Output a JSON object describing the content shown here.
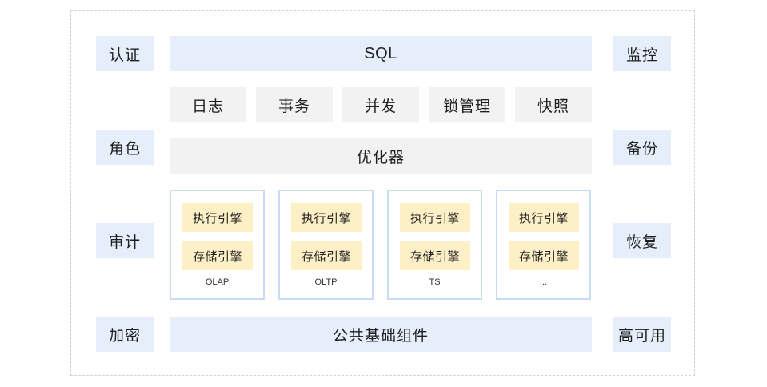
{
  "left_column": [
    "认证",
    "角色",
    "审计",
    "加密"
  ],
  "right_column": [
    "监控",
    "备份",
    "恢复",
    "高可用"
  ],
  "sql_layer": "SQL",
  "services": [
    "日志",
    "事务",
    "并发",
    "锁管理",
    "快照"
  ],
  "optimizer": "优化器",
  "engines": [
    {
      "exec": "执行引擎",
      "storage": "存储引擎",
      "label": "OLAP"
    },
    {
      "exec": "执行引擎",
      "storage": "存储引擎",
      "label": "OLTP"
    },
    {
      "exec": "执行引擎",
      "storage": "存储引擎",
      "label": "TS"
    },
    {
      "exec": "执行引擎",
      "storage": "存储引擎",
      "label": "..."
    }
  ],
  "foundation": "公共基础组件",
  "colors": {
    "blue_fill": "#e6eefb",
    "gray_fill": "#f2f2f2",
    "yellow_fill": "#fdf0c7",
    "card_border": "#c9dbf6",
    "frame_border": "#cfd3da"
  }
}
